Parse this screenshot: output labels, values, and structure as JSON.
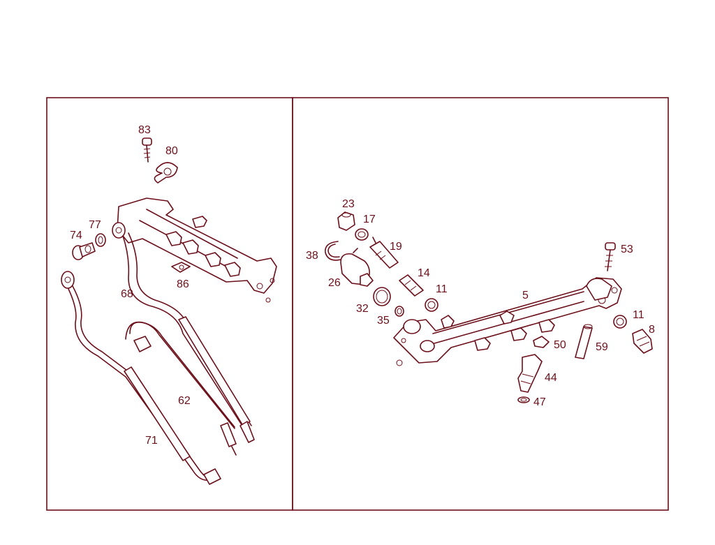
{
  "colors": {
    "line": "#6b0f1a",
    "background": "#ffffff"
  },
  "left_panel": {
    "labels": {
      "p83": "83",
      "p80": "80",
      "p74": "74",
      "p77": "77",
      "p68": "68",
      "p86": "86",
      "p62": "62",
      "p71": "71"
    }
  },
  "right_panel": {
    "labels": {
      "p23": "23",
      "p17": "17",
      "p19": "19",
      "p38": "38",
      "p26": "26",
      "p14": "14",
      "p11a": "11",
      "p32": "32",
      "p35": "35",
      "p5": "5",
      "p53": "53",
      "p11b": "11",
      "p8": "8",
      "p50": "50",
      "p59": "59",
      "p44": "44",
      "p47": "47"
    }
  }
}
